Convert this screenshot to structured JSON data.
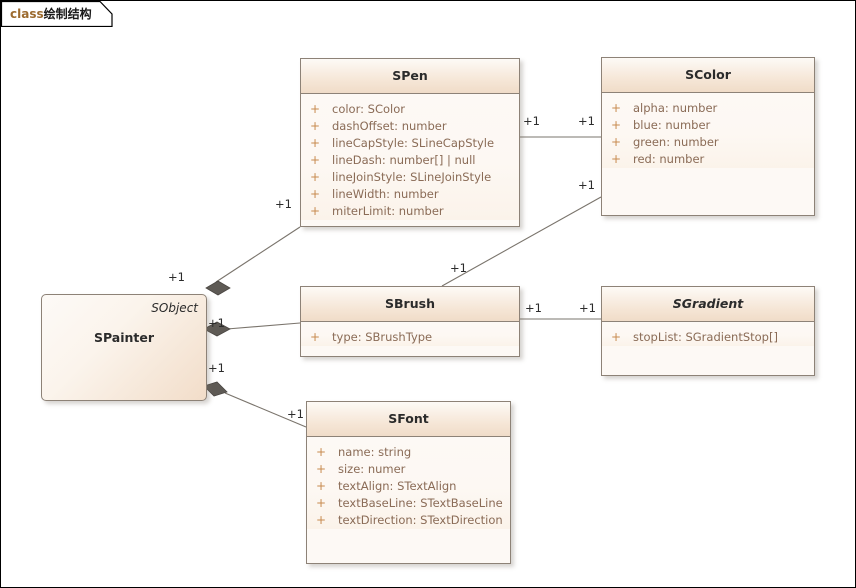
{
  "frame": {
    "keyword": "class",
    "name": "绘制结构"
  },
  "classes": {
    "spainter": {
      "name": "SPainter",
      "parent": "SObject"
    },
    "spen": {
      "name": "SPen",
      "attributes": [
        {
          "visibility": "+",
          "signature": "color: SColor"
        },
        {
          "visibility": "+",
          "signature": "dashOffset: number"
        },
        {
          "visibility": "+",
          "signature": "lineCapStyle: SLineCapStyle"
        },
        {
          "visibility": "+",
          "signature": "lineDash: number[] | null"
        },
        {
          "visibility": "+",
          "signature": "lineJoinStyle: SLineJoinStyle"
        },
        {
          "visibility": "+",
          "signature": "lineWidth: number"
        },
        {
          "visibility": "+",
          "signature": "miterLimit: number"
        }
      ]
    },
    "scolor": {
      "name": "SColor",
      "attributes": [
        {
          "visibility": "+",
          "signature": "alpha: number"
        },
        {
          "visibility": "+",
          "signature": "blue: number"
        },
        {
          "visibility": "+",
          "signature": "green: number"
        },
        {
          "visibility": "+",
          "signature": "red: number"
        }
      ]
    },
    "sbrush": {
      "name": "SBrush",
      "attributes": [
        {
          "visibility": "+",
          "signature": "type: SBrushType"
        }
      ]
    },
    "sgradient": {
      "name": "SGradient",
      "attributes": [
        {
          "visibility": "+",
          "signature": "stopList: SGradientStop[]"
        }
      ]
    },
    "sfont": {
      "name": "SFont",
      "attributes": [
        {
          "visibility": "+",
          "signature": "name: string"
        },
        {
          "visibility": "+",
          "signature": "size: numer"
        },
        {
          "visibility": "+",
          "signature": "textAlign: STextAlign"
        },
        {
          "visibility": "+",
          "signature": "textBaseLine: STextBaseLine"
        },
        {
          "visibility": "+",
          "signature": "textDirection: STextDirection"
        }
      ]
    }
  },
  "multiplicities": {
    "spainter_spen": "+1",
    "spen_spainter": "+1",
    "spen_scolor": "+1",
    "scolor_spen": "+1",
    "spainter_sbrush": "+1",
    "sbrush_spainter": "+1",
    "sbrush_scolor": "+1",
    "scolor_sbrush": "+1",
    "sbrush_sgradient": "+1",
    "sgradient_sbrush": "+1",
    "spainter_sfont": "+1",
    "sfont_spainter": "+1"
  },
  "colors": {
    "canvas_border": "#000000",
    "class_border": "#8d8277",
    "header_fill": "#f0dcc8",
    "body_fill": "#fdf9f5",
    "attribute_text": "#8a6b56",
    "visibility_marker": "#c78a4e",
    "class_name_text": "#2b2b2b",
    "connector_line": "#7a746c",
    "diamond_fill": "#5e5a55",
    "tab_keyword": "#9C6B2F"
  }
}
